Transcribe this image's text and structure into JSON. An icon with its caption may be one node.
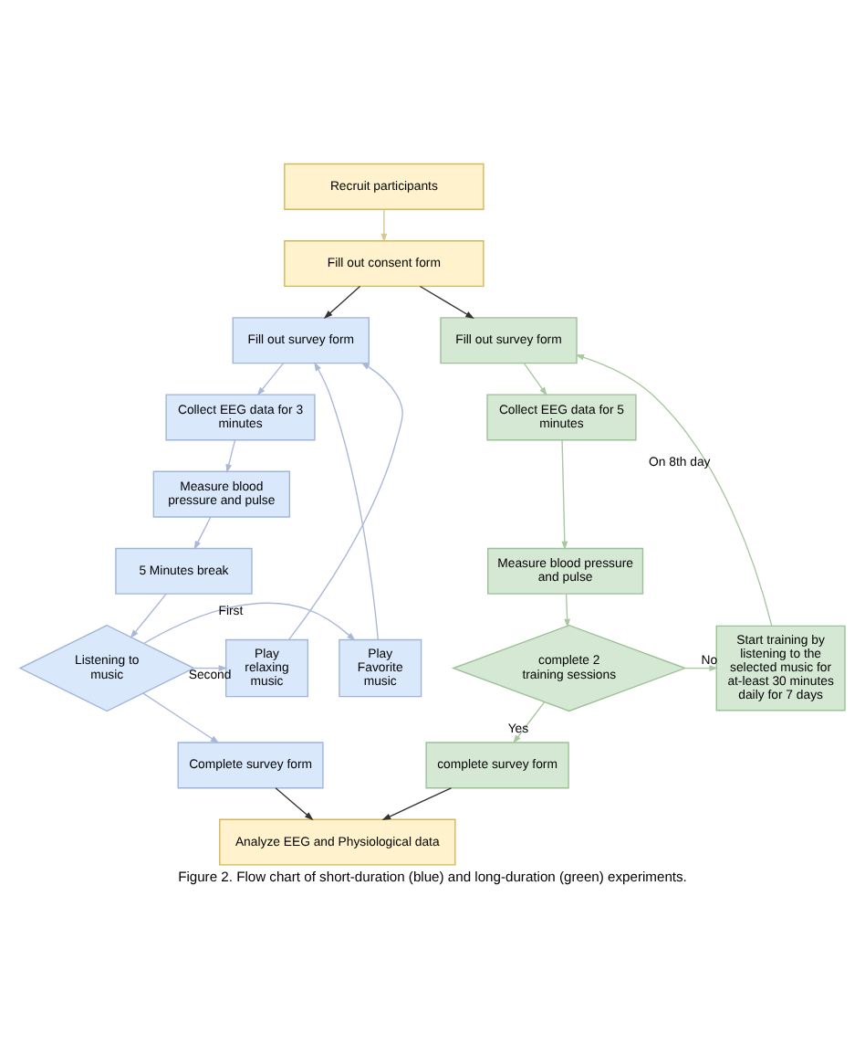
{
  "diagram": {
    "caption": "Figure 2. Flow chart of short-duration (blue) and long-duration (green) experiments.",
    "nodes": [
      {
        "text": [
          "Recruit participants"
        ]
      },
      {
        "text": [
          "Fill out consent form"
        ]
      },
      {
        "text": [
          "Fill out survey form"
        ]
      },
      {
        "text": [
          "Collect EEG data for 3 minutes"
        ]
      },
      {
        "text": [
          "Measure blood pressure and pulse"
        ]
      },
      {
        "text": [
          "5 Minutes break"
        ]
      },
      {
        "text": [
          "Play Favorite music"
        ]
      },
      {
        "text": [
          "Listening to music"
        ]
      },
      {
        "text": [
          "Play relaxing music"
        ]
      },
      {
        "text": [
          "Complete survey form"
        ]
      },
      {
        "text": [
          "Fill out survey form"
        ]
      },
      {
        "text": [
          "Collect EEG data for 5 minutes"
        ]
      },
      {
        "text": [
          "Measure blood pressure and pulse"
        ]
      },
      {
        "text": [
          "complete 2 training sessions"
        ]
      },
      {
        "text": [
          "Start training by listening to the selected music for at-least 30 minutes daily for 7 days"
        ]
      },
      {
        "text": [
          "complete survey form"
        ]
      },
      {
        "text": [
          "Analyze EEG and Physiological data"
        ]
      }
    ],
    "edges": [
      {
        "from": 0,
        "to": 1,
        "arrow": "to",
        "color": "#d8c890"
      },
      {
        "from": 1,
        "to": 2,
        "arrow": "to",
        "color": "#333333"
      },
      {
        "from": 1,
        "to": 10,
        "arrow": "to",
        "color": "#333333"
      },
      {
        "from": 2,
        "to": 3,
        "arrow": "to"
      },
      {
        "from": 3,
        "to": 4,
        "arrow": "to"
      },
      {
        "from": 4,
        "to": 5,
        "arrow": "to"
      },
      {
        "from": 5,
        "to": 7,
        "arrow": "to"
      },
      {
        "from": 7,
        "to": 6,
        "arrow": "to",
        "label": "First"
      },
      {
        "from": 7,
        "to": 8,
        "arrow": "to",
        "label": "Second"
      },
      {
        "from": 6,
        "to": 2,
        "arrow": "to"
      },
      {
        "from": 8,
        "to": 2,
        "arrow": "to"
      },
      {
        "from": 7,
        "to": 9,
        "arrow": "to"
      },
      {
        "from": 9,
        "to": 16,
        "arrow": "to",
        "color": "#333333"
      },
      {
        "from": 10,
        "to": 11,
        "arrow": "to",
        "color": "#a8c8a0"
      },
      {
        "from": 11,
        "to": 12,
        "arrow": "to",
        "color": "#a8c8a0"
      },
      {
        "from": 12,
        "to": 13,
        "arrow": "to",
        "color": "#a8c8a0"
      },
      {
        "from": 13,
        "to": 14,
        "arrow": "to",
        "label": "No",
        "color": "#a8c8a0"
      },
      {
        "from": 14,
        "to": 10,
        "arrow": "to",
        "label": "On 8th day",
        "color": "#a8c8a0"
      },
      {
        "from": 13,
        "to": 15,
        "arrow": "to",
        "label": "Yes",
        "color": "#a8c8a0"
      },
      {
        "from": 15,
        "to": 16,
        "arrow": "to",
        "color": "#333333"
      }
    ]
  }
}
